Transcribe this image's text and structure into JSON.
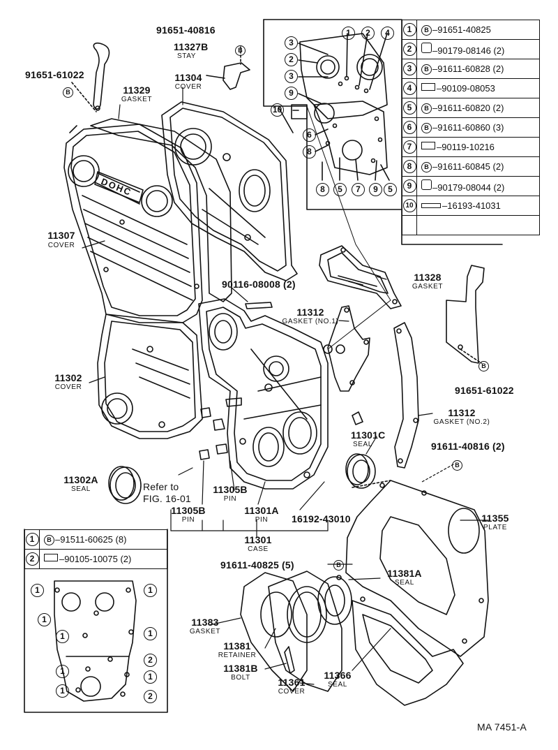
{
  "figure_code": "MA 7451-A",
  "callouts": {
    "p_91651_40816": "91651-40816",
    "p_11327b": "11327B",
    "p_11327b_sub": "STAY",
    "p_91651_61022_left": "91651-61022",
    "p_11329": "11329",
    "p_11329_sub": "GASKET",
    "p_11304": "11304",
    "p_11304_sub": "COVER",
    "p_11307": "11307",
    "p_11307_sub": "COVER",
    "p_90116": "90116-08008 (2)",
    "p_11328": "11328",
    "p_11328_sub": "GASKET",
    "p_11312a": "11312",
    "p_11312a_sub": "GASKET (NO.1)",
    "p_91651_61022_right": "91651-61022",
    "p_11302": "11302",
    "p_11302_sub": "COVER",
    "p_11312b": "11312",
    "p_11312b_sub": "GASKET (NO.2)",
    "p_11301c": "11301C",
    "p_11301c_sub": "SEAL",
    "p_91611_40816": "91611-40816 (2)",
    "p_11302a": "11302A",
    "p_11302a_sub": "SEAL",
    "refer_1": "Refer to",
    "refer_2": "FIG. 16-01",
    "p_11305b_a": "11305B",
    "p_11305b_a_sub": "PIN",
    "p_11305b_b": "11305B",
    "p_11305b_b_sub": "PIN",
    "p_11301a": "11301A",
    "p_11301a_sub": "PIN",
    "p_16192": "16192-43010",
    "p_11355": "11355",
    "p_11355_sub": "PLATE",
    "p_11301": "11301",
    "p_11301_sub": "CASE",
    "p_91611_40825": "91611-40825 (5)",
    "p_11381a": "11381A",
    "p_11381a_sub": "SEAL",
    "p_11383": "11383",
    "p_11383_sub": "GASKET",
    "p_11381": "11381",
    "p_11381_sub": "RETAINER",
    "p_11381b": "11381B",
    "p_11381b_sub": "BOLT",
    "p_11366": "11366",
    "p_11366_sub": "SEAL",
    "p_11361": "11361",
    "p_11361_sub": "COVER",
    "dohc_badge": "DOHC",
    "b_mark": "B"
  },
  "legend_top": [
    {
      "num": "1",
      "type": "B",
      "part": "91651-40825"
    },
    {
      "num": "2",
      "type": "nut",
      "part": "90179-08146 (2)"
    },
    {
      "num": "3",
      "type": "B",
      "part": "91611-60828 (2)"
    },
    {
      "num": "4",
      "type": "bolt",
      "part": "90109-08053"
    },
    {
      "num": "5",
      "type": "B",
      "part": "91611-60820 (2)"
    },
    {
      "num": "6",
      "type": "B",
      "part": "91611-60860 (3)"
    },
    {
      "num": "7",
      "type": "bolt",
      "part": "90119-10216"
    },
    {
      "num": "8",
      "type": "B",
      "part": "91611-60845 (2)"
    },
    {
      "num": "9",
      "type": "nut",
      "part": "90179-08044 (2)"
    },
    {
      "num": "10",
      "type": "stud",
      "part": "16193-41031"
    },
    {
      "num": "",
      "type": "",
      "part": ""
    }
  ],
  "legend_bottom": [
    {
      "num": "1",
      "type": "B",
      "part": "91511-60625 (8)"
    },
    {
      "num": "2",
      "type": "bolt",
      "part": "90105-10075 (2)"
    }
  ],
  "inset_top_marks": [
    "1",
    "2",
    "3",
    "4",
    "2",
    "3",
    "9",
    "10",
    "6",
    "8",
    "8",
    "5",
    "7",
    "9",
    "5"
  ],
  "inset_bottom_marks": [
    "1",
    "1",
    "1",
    "1",
    "1",
    "2",
    "1",
    "1",
    "1",
    "2"
  ]
}
